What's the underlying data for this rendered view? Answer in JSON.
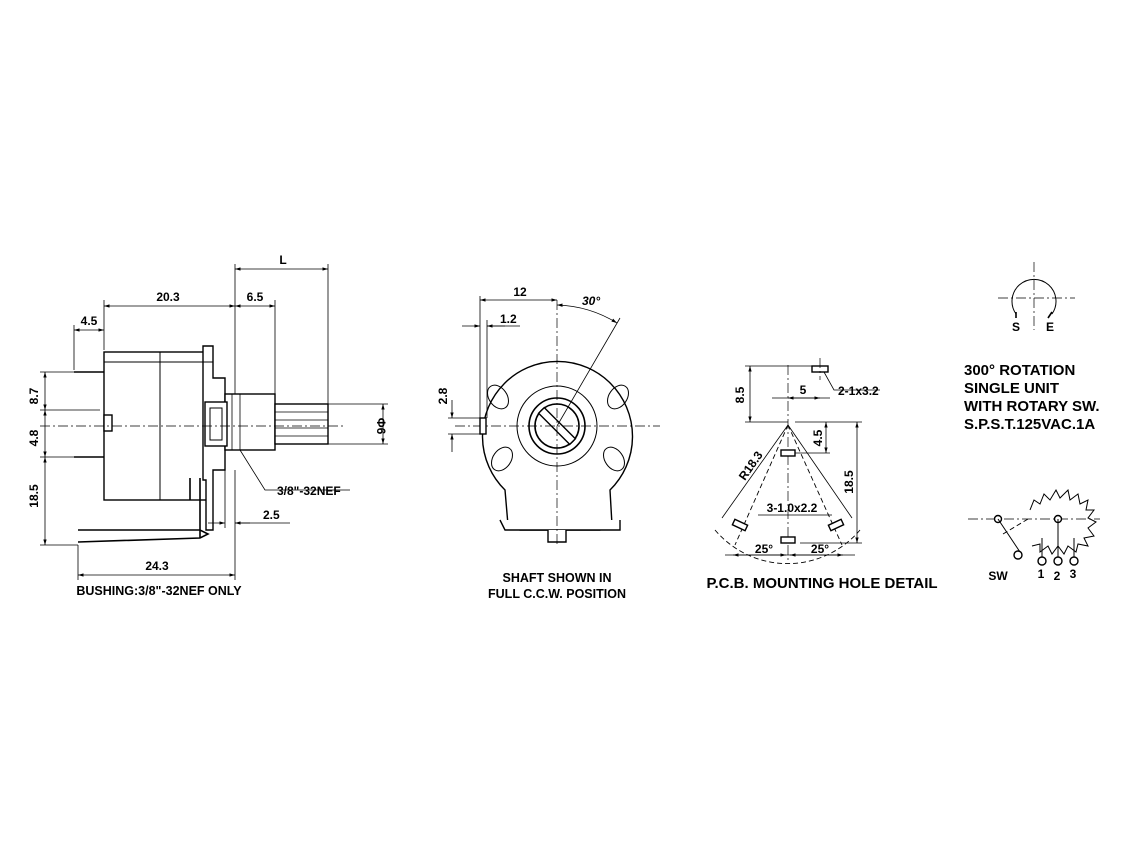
{
  "side_view": {
    "dims": {
      "d_4_5": "4.5",
      "d_20_3": "20.3",
      "d_6_5": "6.5",
      "d_L": "L",
      "d_8_7": "8.7",
      "d_4_8": "4.8",
      "d_18_5": "18.5",
      "d_phi6": "Φ6",
      "d_thread": "3/8\"-32NEF",
      "d_2_5": "2.5",
      "d_24_3": "24.3"
    },
    "caption": "BUSHING:3/8\"-32NEF ONLY"
  },
  "front_view": {
    "dims": {
      "d_12": "12",
      "d_30deg": "30°",
      "d_1_2": "1.2",
      "d_2_8": "2.8"
    },
    "caption_line1": "SHAFT SHOWN IN",
    "caption_line2": "FULL C.C.W. POSITION"
  },
  "pcb_detail": {
    "dims": {
      "d_8_5": "8.5",
      "d_5": "5",
      "d_2_1x3_2": "2-1x3.2",
      "d_4_5": "4.5",
      "d_R18_3": "R18.3",
      "d_18_5": "18.5",
      "d_3_1_0x2_2": "3-1.0x2.2",
      "d_25_left": "25°",
      "d_25_right": "25°"
    },
    "caption": "P.C.B. MOUNTING HOLE DETAIL"
  },
  "rotation": {
    "label_s": "S",
    "label_e": "E"
  },
  "spec": {
    "line1": "300° ROTATION",
    "line2": "SINGLE UNIT",
    "line3": "WITH ROTARY SW.",
    "line4": "S.P.S.T.125VAC.1A"
  },
  "schematic": {
    "label_sw": "SW",
    "label_1": "1",
    "label_2": "2",
    "label_3": "3"
  }
}
